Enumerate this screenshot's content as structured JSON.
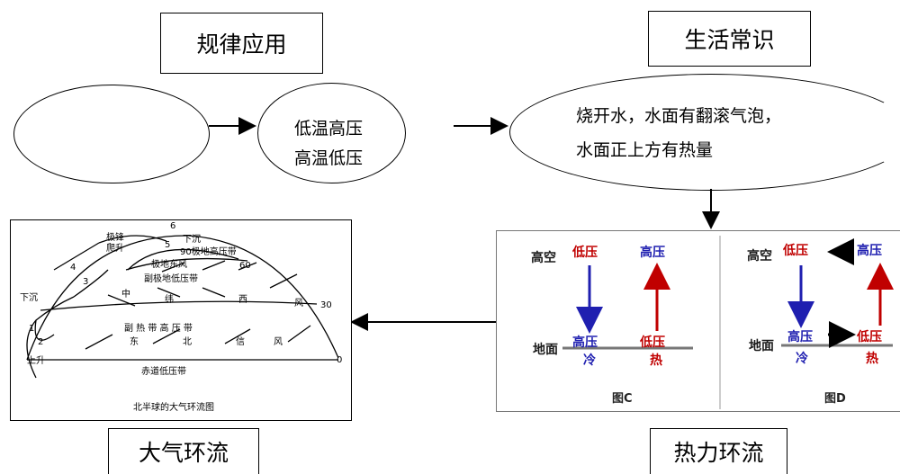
{
  "titles": {
    "rule_application": "规律应用",
    "life_knowledge": "生活常识",
    "atmospheric_circulation": "大气环流",
    "thermal_circulation": "热力环流"
  },
  "ellipses": {
    "empty": "",
    "pressure_line1": "低温高压",
    "pressure_line2": "高温低压",
    "life_line1": "烧开水，水面有翻滚气泡，",
    "life_line2": "水面正上方有热量"
  },
  "circulation_diagram": {
    "labels": {
      "polar_front": "极锋",
      "climb": "爬升",
      "sink_top": "下沉",
      "polar_high": "90极地高压带",
      "polar_east": "极地东风",
      "subpolar_low": "副极地低压带",
      "mid": "中",
      "wei": "纬",
      "xi": "西",
      "feng": "风",
      "sink_left": "下沉",
      "subtrop": "副 热 带 高 压 带",
      "dong": "东",
      "bei": "北",
      "xin": "信",
      "feng2": "风",
      "rise": "上升",
      "equator_low": "赤道低压带",
      "caption": "北半球的大气环流图"
    },
    "numbers": [
      "1",
      "2",
      "3",
      "4",
      "5",
      "6"
    ],
    "latitudes": [
      "60",
      "30",
      "0"
    ]
  },
  "thermal_diagram": {
    "high_air": "高空",
    "ground": "地面",
    "low_p": "低压",
    "high_p": "高压",
    "cold": "冷",
    "hot": "热",
    "fig_c": "图C",
    "fig_d": "图D",
    "colors": {
      "cold_arrow": "#1f1fb0",
      "hot_arrow": "#c00000"
    }
  }
}
